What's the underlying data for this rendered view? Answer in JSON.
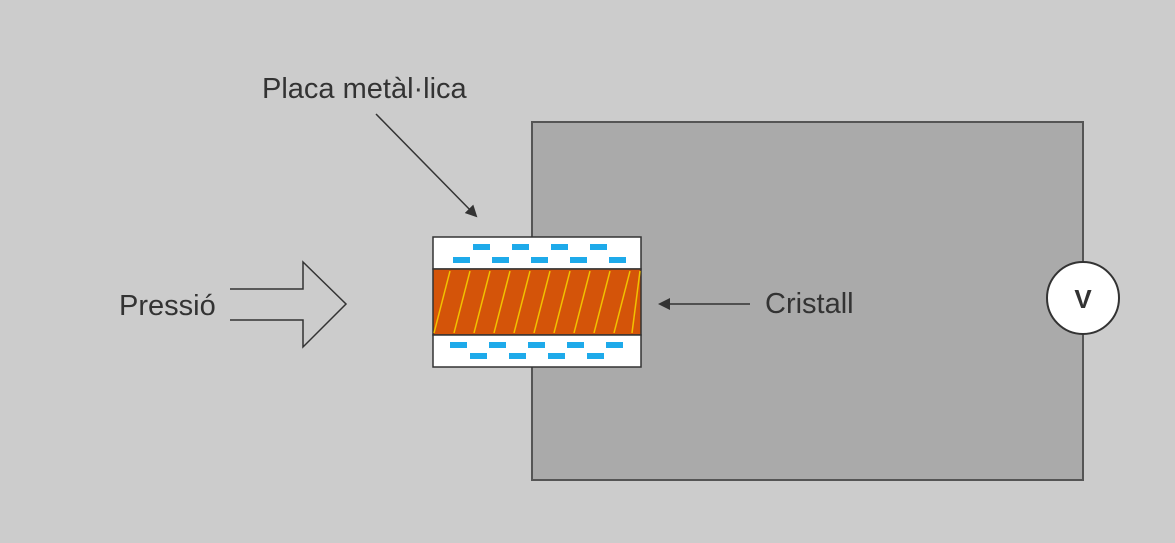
{
  "labels": {
    "metal_plate": "Placa metàl·lica",
    "pressure": "Pressió",
    "crystal": "Cristall",
    "voltmeter": "V"
  },
  "colors": {
    "background": "#cccccc",
    "circuit_fill": "#aaaaaa",
    "circuit_stroke": "#555555",
    "plate_fill": "#ffffff",
    "charge_dash": "#1eaaea",
    "crystal_fill": "#d45409",
    "crystal_stripe": "#f2c200",
    "outline": "#333333"
  }
}
